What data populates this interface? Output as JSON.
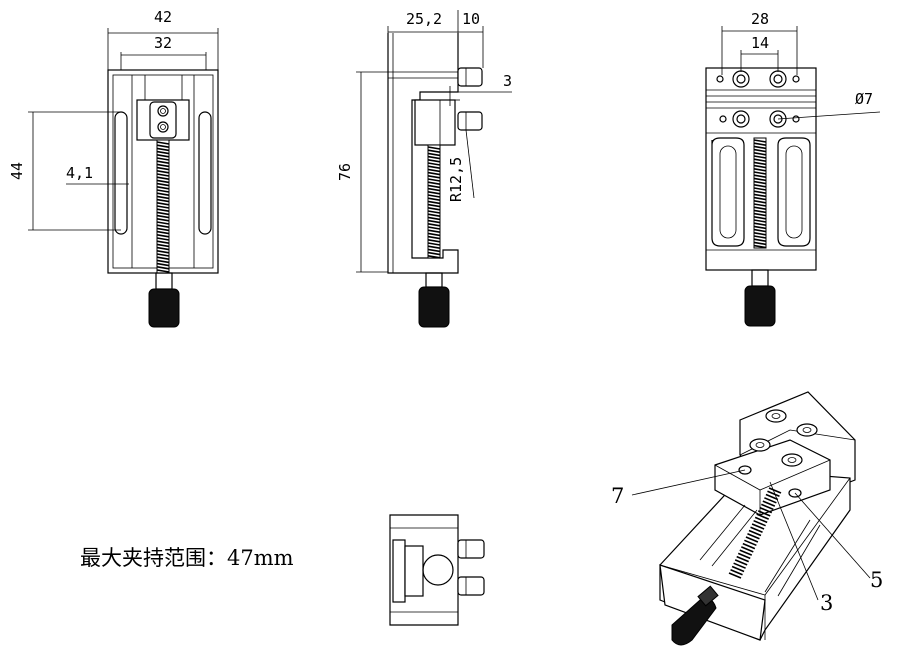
{
  "dimensions": {
    "front_width_outer": "42",
    "front_width_inner": "32",
    "front_height": "44",
    "slot_width": "4,1",
    "side_top_length": "25,2",
    "side_top_right": "10",
    "side_height": "76",
    "side_step": "3",
    "side_radius": "R12,5",
    "top_outer": "28",
    "top_inner": "14",
    "hole_dia": "Ø7"
  },
  "caption": "最大夹持范围：47mm",
  "callouts": {
    "c7": "7",
    "c5": "5",
    "c3": "3"
  },
  "colors": {
    "line": "#000000",
    "knob": "#111111",
    "background": "#ffffff"
  }
}
